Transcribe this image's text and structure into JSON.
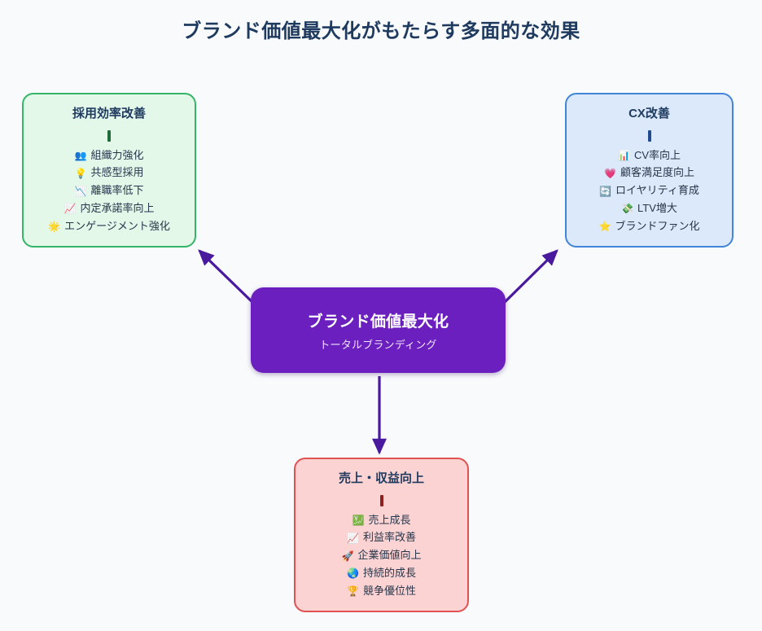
{
  "page": {
    "title": "ブランド価値最大化がもたらす多面的な効果",
    "background_color": "#f8fafc",
    "title_color": "#1e3a5f"
  },
  "center_node": {
    "title": "ブランド価値最大化",
    "subtitle": "トータルブランディング",
    "fill_color": "#6b1fbf",
    "text_color": "#ffffff"
  },
  "branches": [
    {
      "id": "hr",
      "title": "採用効率改善",
      "fill_color": "#e4f8ea",
      "border_color": "#34b567",
      "accent_color": "#1f6b3a",
      "items": [
        {
          "icon": "people-icon",
          "glyph": "👥",
          "label": "組織力強化"
        },
        {
          "icon": "lightbulb-icon",
          "glyph": "💡",
          "label": "共感型採用"
        },
        {
          "icon": "chart-decreasing-icon",
          "glyph": "📉",
          "label": "離職率低下"
        },
        {
          "icon": "chart-increasing-icon",
          "glyph": "📈",
          "label": "内定承諾率向上"
        },
        {
          "icon": "glowing-star-icon",
          "glyph": "🌟",
          "label": "エンゲージメント強化"
        }
      ]
    },
    {
      "id": "cx",
      "title": "CX改善",
      "fill_color": "#dce9fb",
      "border_color": "#4285d8",
      "accent_color": "#1f4d8f",
      "items": [
        {
          "icon": "bar-chart-icon",
          "glyph": "📊",
          "label": "CV率向上"
        },
        {
          "icon": "growing-heart-icon",
          "glyph": "💗",
          "label": "顧客満足度向上"
        },
        {
          "icon": "repeat-button-icon",
          "glyph": "🔄",
          "label": "ロイヤリティ育成"
        },
        {
          "icon": "money-with-wings-icon",
          "glyph": "💸",
          "label": "LTV増大"
        },
        {
          "icon": "star-icon",
          "glyph": "⭐",
          "label": "ブランドファン化"
        }
      ]
    },
    {
      "id": "rev",
      "title": "売上・収益向上",
      "fill_color": "#fbd3d3",
      "border_color": "#e05252",
      "accent_color": "#8e2020",
      "items": [
        {
          "icon": "chart-with-upwards-trend-yen-icon",
          "glyph": "💹",
          "label": "売上成長"
        },
        {
          "icon": "chart-increasing-icon",
          "glyph": "📈",
          "label": "利益率改善"
        },
        {
          "icon": "rocket-icon",
          "glyph": "🚀",
          "label": "企業価値向上"
        },
        {
          "icon": "globe-icon",
          "glyph": "🌏",
          "label": "持続的成長"
        },
        {
          "icon": "trophy-icon",
          "glyph": "🏆",
          "label": "競争優位性"
        }
      ]
    }
  ],
  "connectors": {
    "color": "#4a1a9e",
    "arrows": [
      {
        "name": "arrow-center-to-hr",
        "from": "center_node",
        "to": "hr"
      },
      {
        "name": "arrow-center-to-cx",
        "from": "center_node",
        "to": "cx"
      },
      {
        "name": "arrow-center-to-rev",
        "from": "center_node",
        "to": "rev"
      }
    ]
  }
}
